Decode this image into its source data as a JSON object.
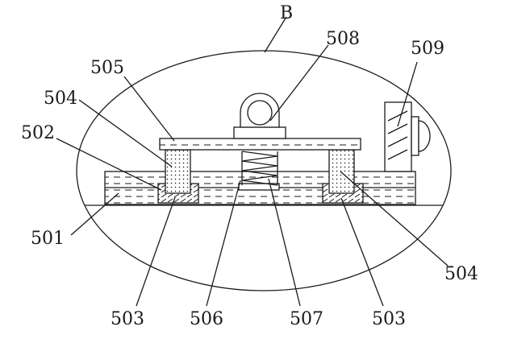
{
  "figure": {
    "detail_label": "B",
    "labels": {
      "l501": "501",
      "l502": "502",
      "l503a": "503",
      "l503b": "503",
      "l504a": "504",
      "l504b": "504",
      "l505": "505",
      "l506": "506",
      "l507": "507",
      "l508": "508",
      "l509": "509"
    }
  },
  "colors": {
    "line": "#1a1a1a",
    "background": "#ffffff"
  }
}
